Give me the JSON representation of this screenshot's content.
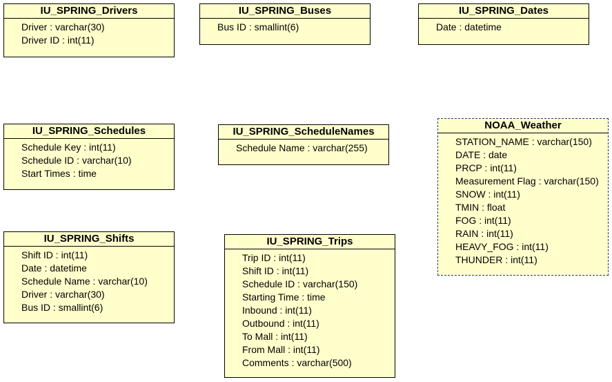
{
  "entities": [
    {
      "id": "drivers",
      "title": "IU_SPRING_Drivers",
      "attrs": [
        "Driver : varchar(30)",
        "Driver ID : int(11)"
      ]
    },
    {
      "id": "buses",
      "title": "IU_SPRING_Buses",
      "attrs": [
        "Bus ID : smallint(6)"
      ]
    },
    {
      "id": "dates",
      "title": "IU_SPRING_Dates",
      "attrs": [
        "Date : datetime"
      ]
    },
    {
      "id": "schedules",
      "title": "IU_SPRING_Schedules",
      "attrs": [
        "Schedule Key : int(11)",
        "Schedule ID : varchar(10)",
        "Start Times : time"
      ]
    },
    {
      "id": "schedulenames",
      "title": "IU_SPRING_ScheduleNames",
      "attrs": [
        "Schedule Name : varchar(255)"
      ]
    },
    {
      "id": "weather",
      "title": "NOAA_Weather",
      "attrs": [
        "STATION_NAME : varchar(150)",
        "DATE : date",
        "PRCP : int(11)",
        "Measurement Flag : varchar(150)",
        "SNOW : int(11)",
        "TMIN : float",
        "FOG : int(11)",
        "RAIN : int(11)",
        "HEAVY_FOG : int(11)",
        "THUNDER : int(11)"
      ]
    },
    {
      "id": "shifts",
      "title": "IU_SPRING_Shifts",
      "attrs": [
        "Shift ID : int(11)",
        "Date : datetime",
        "Schedule Name : varchar(10)",
        "Driver : varchar(30)",
        "Bus ID : smallint(6)"
      ]
    },
    {
      "id": "trips",
      "title": "IU_SPRING_Trips",
      "attrs": [
        "Trip ID : int(11)",
        "Shift ID : int(11)",
        "Schedule ID : varchar(150)",
        "Starting Time : time",
        "Inbound : int(11)",
        "Outbound : int(11)",
        "To Mall : int(11)",
        "From Mall : int(11)",
        "Comments : varchar(500)"
      ]
    }
  ],
  "colors": {
    "entity_fill": "#ffffcc",
    "border": "#000000",
    "dashed_border": "#1a3a7a"
  }
}
